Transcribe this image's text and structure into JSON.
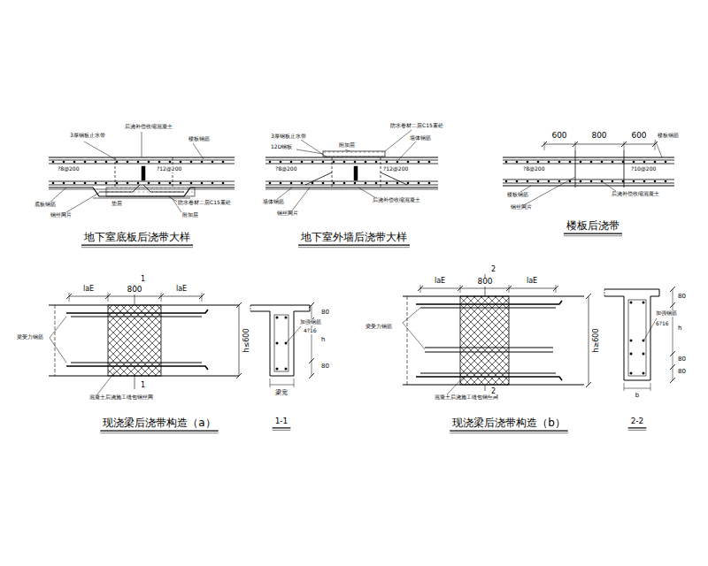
{
  "diagram": {
    "labels": [
      "3厚钢板止水带",
      "后浇补偿收缩混凝土",
      "楼板钢筋",
      "?8@200",
      "?12@200",
      "底板钢筋",
      "钢丝网片",
      "垫层",
      "防水卷材二层C15素砼",
      "附加层",
      "3厚钢板止水带",
      "12D钢板",
      "防水卷材二层C15素砼",
      "墙体钢筋",
      "附加层",
      "?8@200",
      "?12@200",
      "墙体钢筋",
      "钢丝网片",
      "后浇补偿收缩混凝土",
      "600",
      "800",
      "600",
      "楼板钢筋",
      "?8@200",
      "?10@200",
      "楼板钢筋",
      "钢丝网片",
      "后浇补偿收缩混凝土",
      "地下室底板后浇带大样",
      "地下室外墙后浇带大样",
      "楼板后浇带",
      "laE",
      "800",
      "laE",
      "1",
      "1",
      "h≤600",
      "梁受力钢筋",
      "混凝土后浇施工缝包钢丝网",
      "80",
      "h",
      "80",
      "4?16",
      "加强钢筋",
      "梁宽",
      "1-1",
      "现浇梁后浇带构造（a）",
      "2",
      "laE",
      "800",
      "laE",
      "h≥600",
      "梁受力钢筋",
      "混凝土后浇施工缝包钢丝网",
      "2",
      "80",
      "加强钢筋",
      "6?16",
      "h",
      "80",
      "80",
      "b",
      "2-2",
      "现浇梁后浇带构造（b）"
    ]
  }
}
